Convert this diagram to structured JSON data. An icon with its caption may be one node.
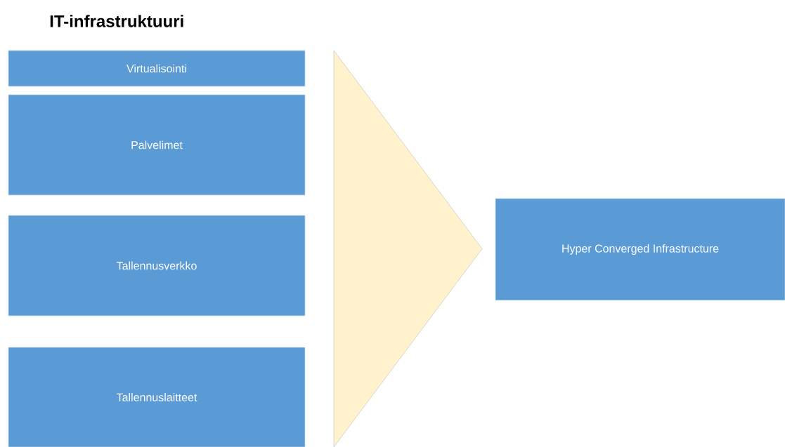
{
  "diagram": {
    "title": "IT-infrastruktuuri",
    "nodes": [
      {
        "text": [
          "Virtualisointi"
        ]
      },
      {
        "text": [
          "Palvelimet"
        ]
      },
      {
        "text": [
          "Tallennusverkko"
        ]
      },
      {
        "text": [
          "Tallennuslaitteet"
        ]
      },
      {
        "text": [],
        "shape": "triangle"
      },
      {
        "text": [
          "Hyper Converged Infrastructure"
        ]
      }
    ]
  }
}
